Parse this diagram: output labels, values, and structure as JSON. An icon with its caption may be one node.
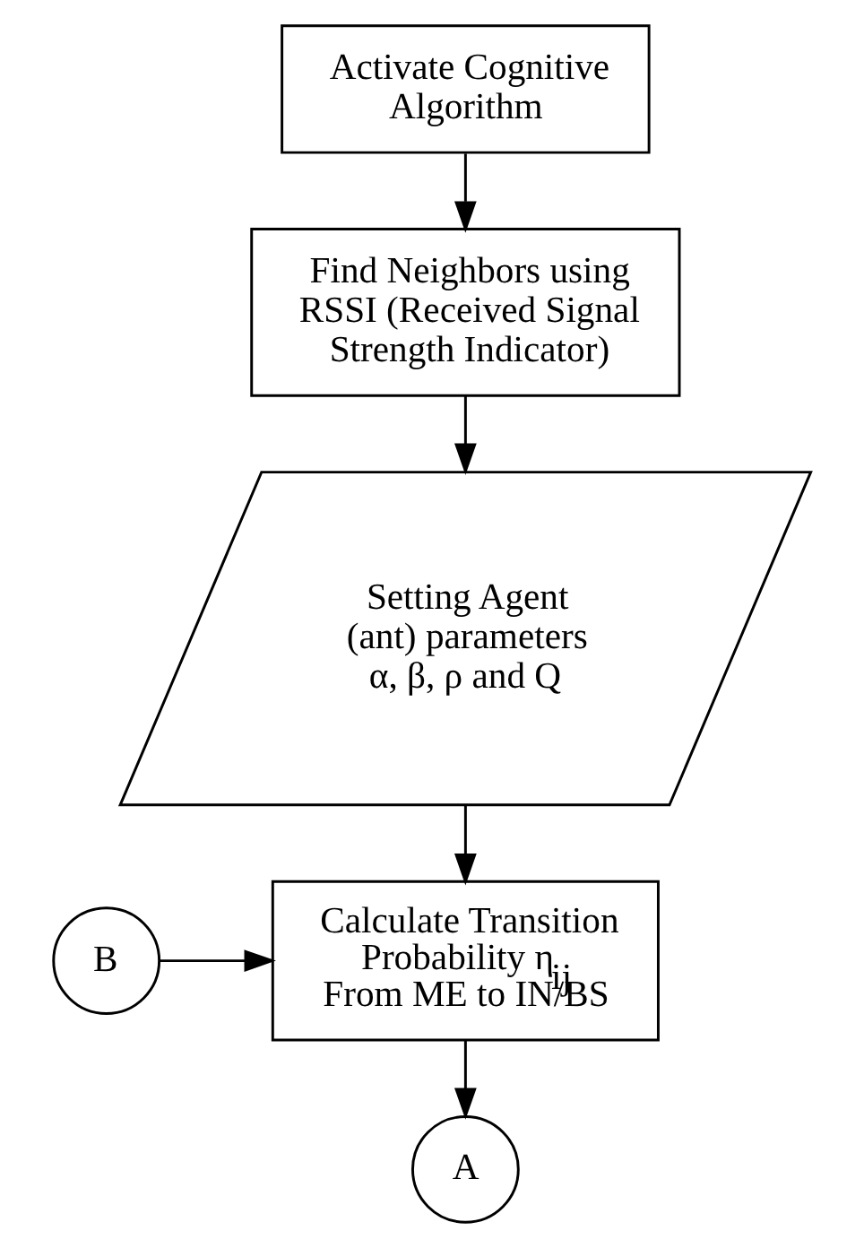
{
  "diagram": {
    "nodes": [
      {
        "text": [
          "Activate Cognitive Algorithm"
        ]
      },
      {
        "text": [
          "Find Neighbors using RSSI (Received Signal Strength Indicator)"
        ]
      },
      {
        "text": [
          "Setting Agent (ant) parameters α, β, ρ and Q"
        ]
      },
      {
        "text": [
          "B"
        ]
      },
      {
        "text": [
          "Calculate Transition Probability η$_{ij}$",
          "From ME to IN/BS"
        ]
      },
      {
        "text": [
          "A"
        ]
      }
    ],
    "edges": [
      {
        "from": 0,
        "to": 1,
        "arrow": "to"
      },
      {
        "from": 1,
        "to": 2,
        "arrow": "to"
      },
      {
        "from": 2,
        "to": 4,
        "arrow": "to"
      },
      {
        "from": 3,
        "to": 4,
        "arrow": "to"
      },
      {
        "from": 4,
        "to": 5,
        "arrow": "to"
      }
    ]
  }
}
